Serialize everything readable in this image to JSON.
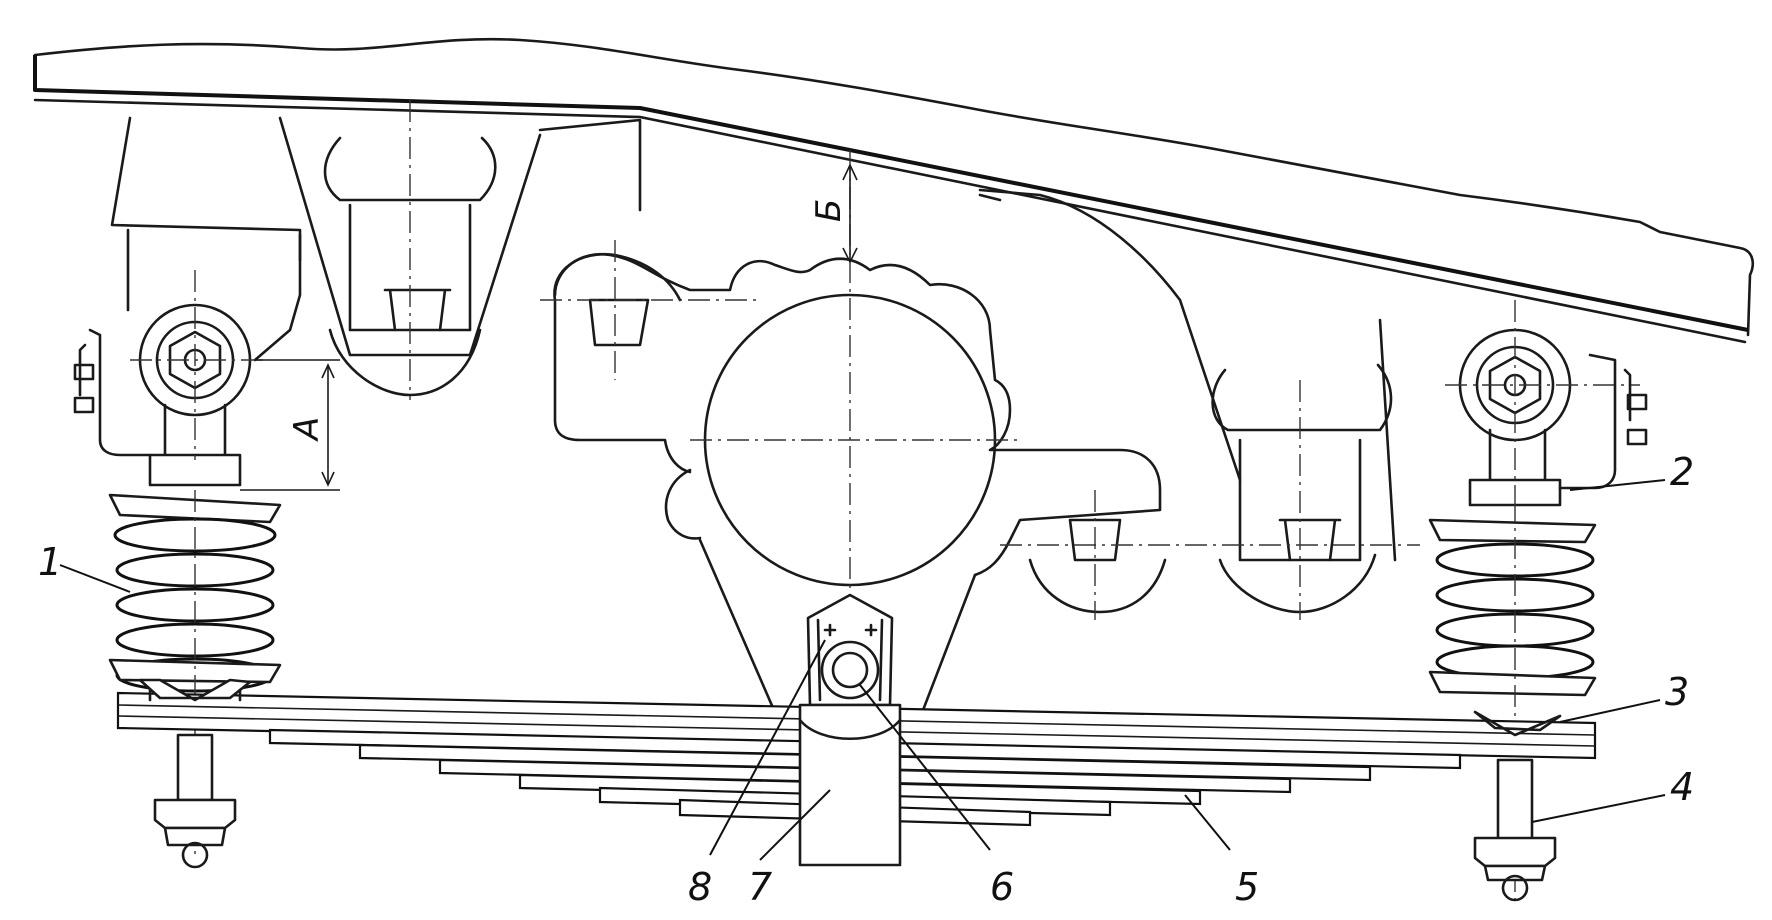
{
  "callouts": [
    {
      "id": "1",
      "text": "1"
    },
    {
      "id": "2",
      "text": "2"
    },
    {
      "id": "3",
      "text": "3"
    },
    {
      "id": "4",
      "text": "4"
    },
    {
      "id": "5",
      "text": "5"
    },
    {
      "id": "6",
      "text": "6"
    },
    {
      "id": "7",
      "text": "7"
    },
    {
      "id": "8",
      "text": "8"
    }
  ],
  "dimensions": {
    "a": "А",
    "b": "Б"
  }
}
